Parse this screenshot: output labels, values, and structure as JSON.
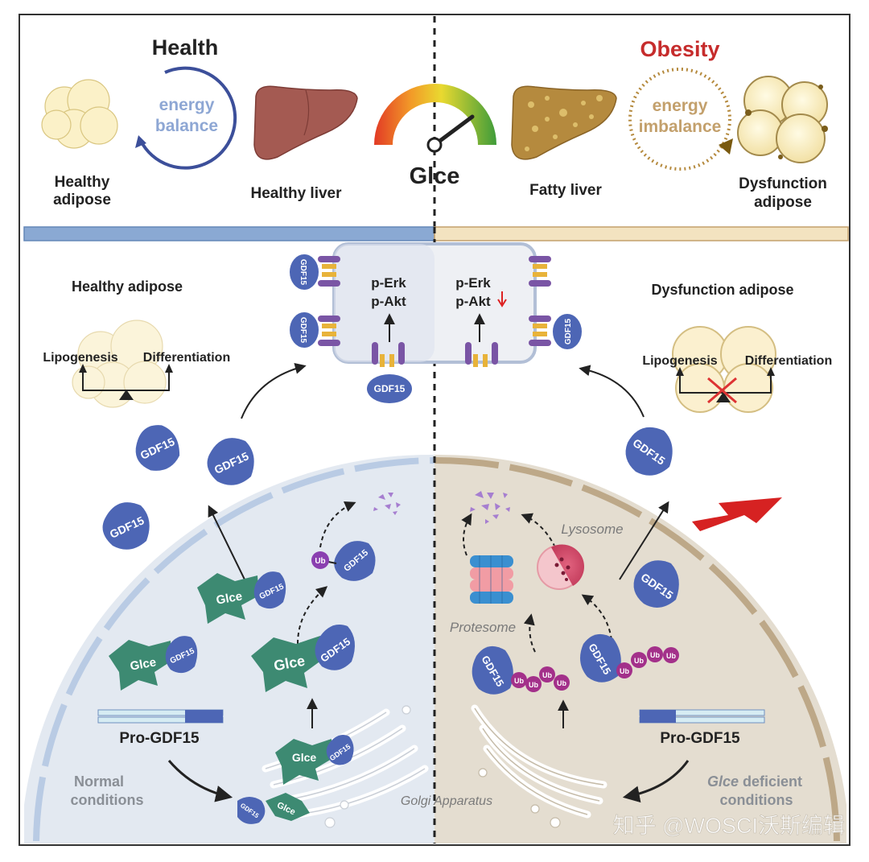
{
  "header": {
    "health_title": "Health",
    "obesity_title": "Obesity",
    "energy_balance": [
      "energy",
      "balance"
    ],
    "energy_imbalance": [
      "energy",
      "imbalance"
    ],
    "healthy_adipose": [
      "Healthy",
      "adipose"
    ],
    "healthy_liver": "Healthy liver",
    "gauge_label": "Glce",
    "fatty_liver": "Fatty  liver",
    "dysfunction_adipose": [
      "Dysfunction",
      "adipose"
    ]
  },
  "cell_panel": {
    "p_erk": "p-Erk",
    "p_akt": "p-Akt",
    "gdf15": "GDF15"
  },
  "left": {
    "title": "Healthy adipose",
    "lipogenesis": "Lipogenesis",
    "differentiation": "Differentiation",
    "glce": "Glce",
    "gdf15": "GDF15",
    "ub": "Ub",
    "pro_gdf15": "Pro-GDF15",
    "conditions": [
      "Normal",
      "conditions"
    ]
  },
  "right": {
    "title": "Dysfunction adipose",
    "lipogenesis": "Lipogenesis",
    "differentiation": "Differentiation",
    "lysosome": "Lysosome",
    "protesome": "Protesome",
    "gdf15": "GDF15",
    "ub": "Ub",
    "pro_gdf15": "Pro-GDF15",
    "conditions_italic": "Glce",
    "conditions_rest": " deficient",
    "conditions_line2": "conditions"
  },
  "golgi_label": "Golgi Apparatus",
  "watermark": "知乎 @WOSCI沃斯编辑",
  "colors": {
    "gdf15_blue": "#4d66b5",
    "glce_green": "#3d8a72",
    "ub_purple": "#a3308a",
    "health_bar": "#7f9fce",
    "obesity_bar": "#c3a06c",
    "obesity_red": "#c62c2c",
    "nucleus_left": "#e3e9f1",
    "nucleus_right": "#e4ddd0"
  }
}
